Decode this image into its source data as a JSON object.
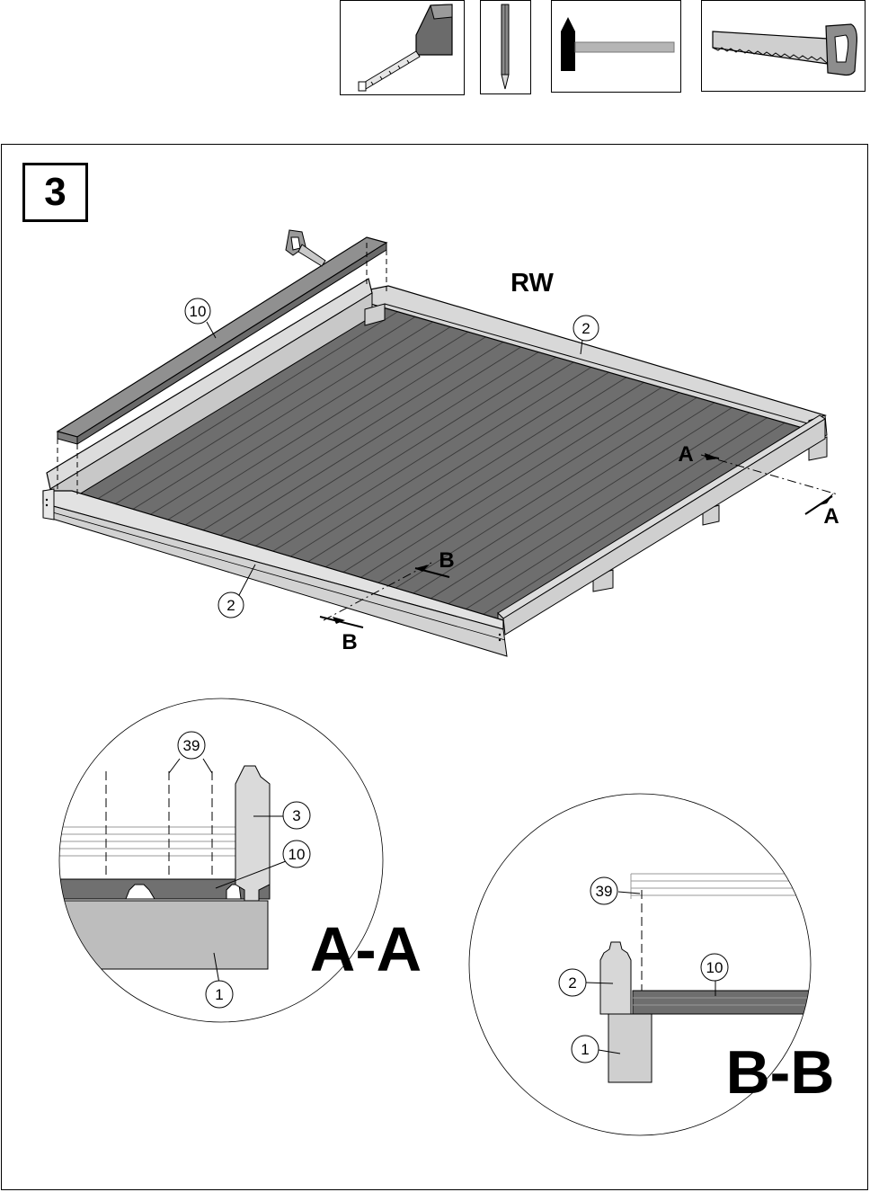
{
  "tools": [
    {
      "name": "tape-measure-icon"
    },
    {
      "name": "pencil-icon"
    },
    {
      "name": "hammer-icon"
    },
    {
      "name": "saw-icon"
    }
  ],
  "step": {
    "number": "3"
  },
  "main": {
    "side_label": "RW",
    "callouts": {
      "part_10": "10",
      "part_2_top": "2",
      "part_2_front": "2"
    },
    "section_marks": {
      "a_upper": "A",
      "a_lower": "A",
      "b_upper": "B",
      "b_lower": "B"
    }
  },
  "detail_aa": {
    "title": "A-A",
    "callouts": {
      "c39": "39",
      "c3": "3",
      "c10": "10",
      "c1": "1"
    }
  },
  "detail_bb": {
    "title": "B-B",
    "callouts": {
      "c39": "39",
      "c2": "2",
      "c10": "10",
      "c1": "1"
    }
  },
  "colors": {
    "floor": "#6e6e6e",
    "timber": "#d4d4d4",
    "dark": "#4a4a4a",
    "line": "#000000"
  }
}
